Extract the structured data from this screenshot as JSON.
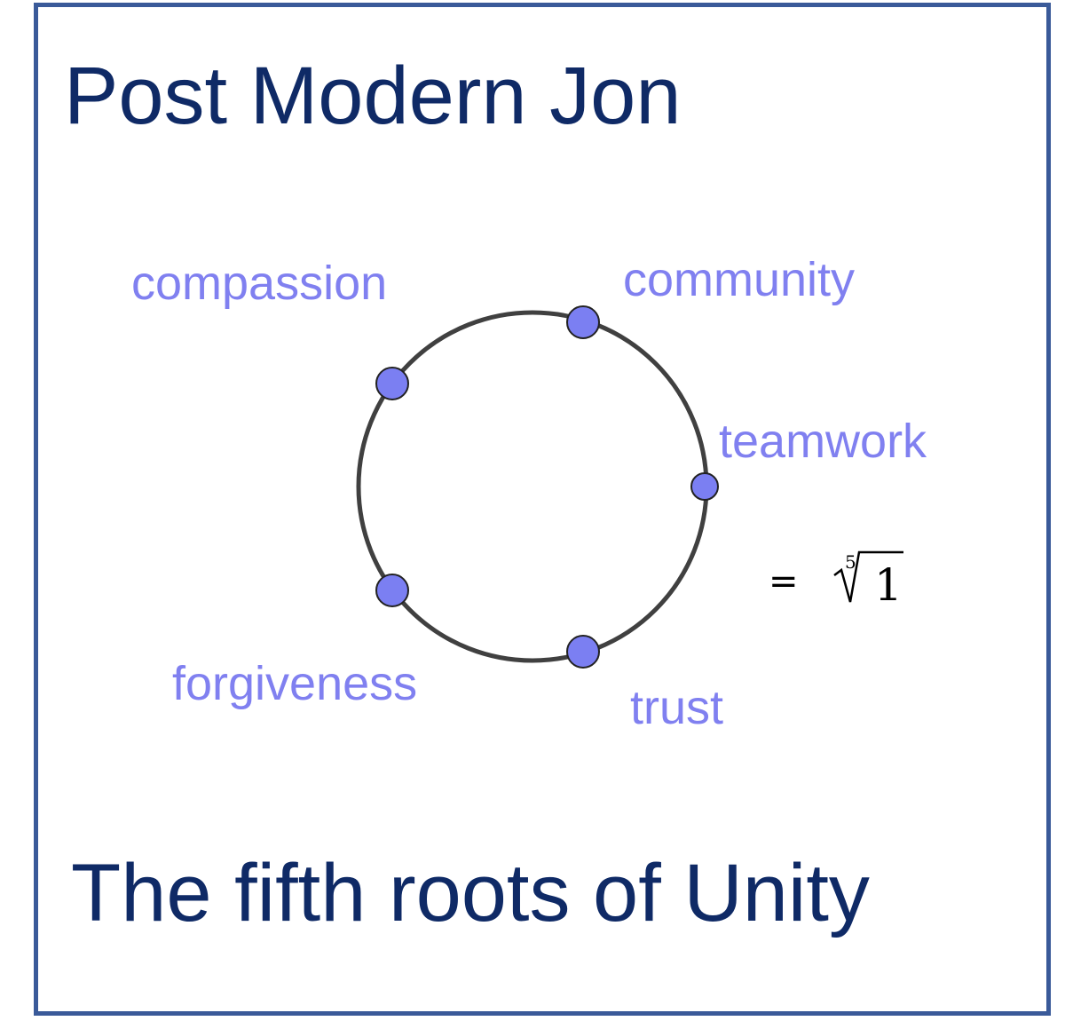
{
  "header": {
    "title": "Post Modern Jon"
  },
  "footer": {
    "caption": "The fifth roots of Unity"
  },
  "diagram": {
    "roots": [
      {
        "label": "community"
      },
      {
        "label": "compassion"
      },
      {
        "label": "forgiveness"
      },
      {
        "label": "trust"
      },
      {
        "label": "teamwork"
      }
    ],
    "equation": {
      "equals": "=",
      "index": "5",
      "radicand": "1"
    }
  },
  "colors": {
    "border": "#3a5a99",
    "title": "#0f2a66",
    "label": "#8080f0",
    "point_fill": "#7b7ff2",
    "circle": "#404040"
  }
}
